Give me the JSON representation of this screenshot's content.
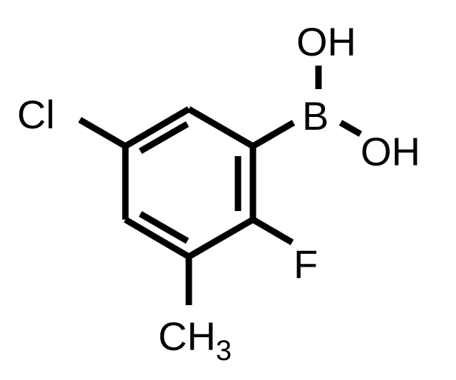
{
  "molecule": {
    "atoms": {
      "oh_top": "OH",
      "boron": "B",
      "oh_right": "OH",
      "chlorine": "Cl",
      "fluorine": "F",
      "methyl_main": "CH",
      "methyl_sub": "3"
    }
  }
}
